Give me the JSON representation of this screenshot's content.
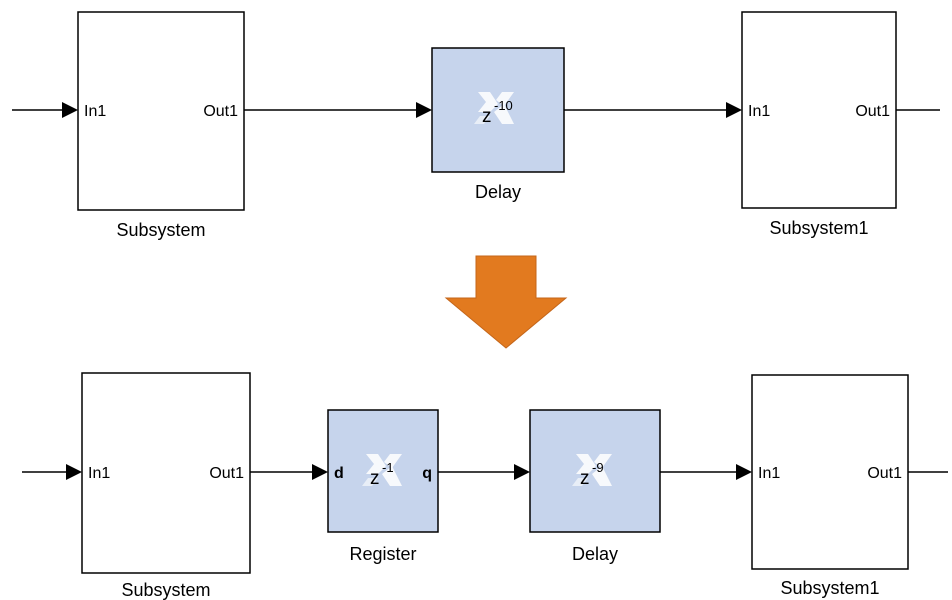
{
  "top_row": {
    "subsystem_a": {
      "in_port": "In1",
      "out_port": "Out1",
      "caption": "Subsystem"
    },
    "delay": {
      "z_base": "z",
      "z_exponent": "-10",
      "caption": "Delay"
    },
    "subsystem_b": {
      "in_port": "In1",
      "out_port": "Out1",
      "caption": "Subsystem1"
    }
  },
  "bottom_row": {
    "subsystem_a": {
      "in_port": "In1",
      "out_port": "Out1",
      "caption": "Subsystem"
    },
    "register": {
      "d_port": "d",
      "q_port": "q",
      "z_base": "z",
      "z_exponent": "-1",
      "caption": "Register"
    },
    "delay": {
      "z_base": "z",
      "z_exponent": "-9",
      "caption": "Delay"
    },
    "subsystem_b": {
      "in_port": "In1",
      "out_port": "Out1",
      "caption": "Subsystem1"
    }
  },
  "colors": {
    "block_fill": "#ffffff",
    "xilinx_block_fill": "#c6d4ec",
    "transform_arrow": "#e27a1f",
    "line": "#000000"
  }
}
